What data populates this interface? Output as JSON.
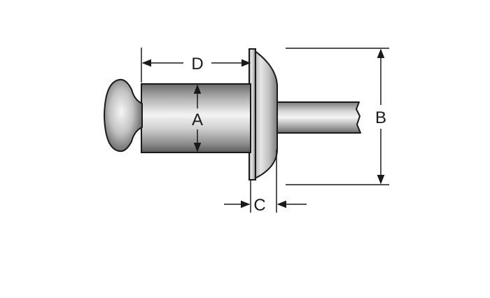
{
  "diagram": {
    "labels": {
      "a": "A",
      "b": "B",
      "c": "C",
      "d": "D"
    },
    "colors": {
      "outline": "#1a1a1a",
      "metal_light": "#f2f2f2",
      "metal_mid": "#b5b5b5",
      "metal_dark": "#5a5a5a",
      "background": "#ffffff"
    }
  }
}
